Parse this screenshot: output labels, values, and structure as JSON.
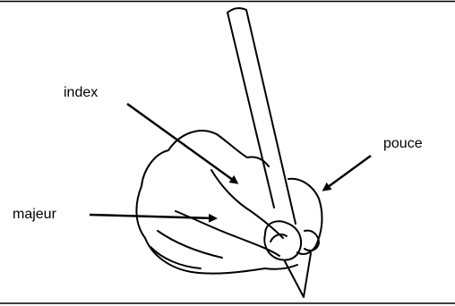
{
  "labels": {
    "index": "index",
    "majeur": "majeur",
    "pouce": "pouce"
  },
  "colors": {
    "ink": "#000000",
    "background": "#ffffff"
  }
}
